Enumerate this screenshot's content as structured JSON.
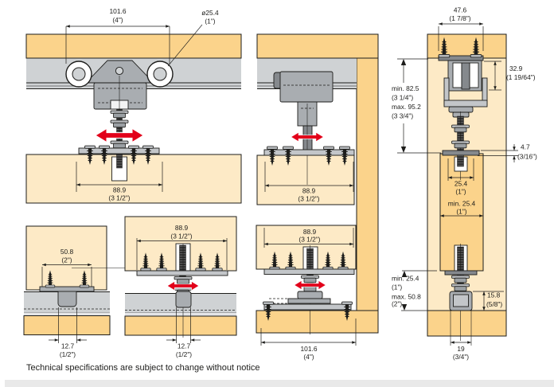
{
  "colors": {
    "wood": "#fbd38b",
    "wood_light": "#fdeac6",
    "track_gray": "#cfd2d4",
    "hardware_gray": "#a9adb1",
    "accent_red": "#e2001a",
    "outline": "#1d1d1b"
  },
  "footer": {
    "note": "Technical specifications are subject to change without notice"
  },
  "panels": {
    "top_roller_front": {
      "dim_track_spacing": {
        "mm": "101.6",
        "in": "(4\")"
      },
      "dim_roller_dia": {
        "mm": "ø25.4",
        "in": "(1\")"
      },
      "dim_plate": {
        "mm": "88.9",
        "in": "(3 1/2\")"
      }
    },
    "top_roller_side": {
      "dim_plate": {
        "mm": "88.9",
        "in": "(3 1/2\")"
      }
    },
    "cross_section": {
      "dim_track_width": {
        "mm": "47.6",
        "in": "(1 7/8\")"
      },
      "dim_track_height": {
        "mm": "32.9",
        "in": "(1 19/64\")"
      },
      "dim_top_clearance": {
        "min_mm": "min. 82.5",
        "min_in": "(3 1/4\")",
        "max_mm": "max. 95.2",
        "max_in": "(3 3/4\")"
      },
      "dim_plate_thickness": {
        "mm": "4.7",
        "in": "(3/16\")"
      },
      "dim_slot_width": {
        "mm": "25.4",
        "in": "(1\")"
      },
      "dim_door_thickness": {
        "mm": "min. 25.4",
        "in": "(1\")"
      },
      "dim_bottom_clearance": {
        "min_mm": "min. 25.4",
        "min_in": "(1\")",
        "max_mm": "max. 50.8",
        "max_in": "(2\")"
      },
      "dim_guide_height": {
        "mm": "15.8",
        "in": "(5/8\")"
      },
      "dim_channel_width": {
        "mm": "19",
        "in": "(3/4\")"
      }
    },
    "bottom_guide_fixed": {
      "dim_plate": {
        "mm": "50.8",
        "in": "(2\")"
      },
      "dim_groove": {
        "mm": "12.7",
        "in": "(1/2\")"
      }
    },
    "bottom_guide_adjustable": {
      "dim_plate": {
        "mm": "88.9",
        "in": "(3 1/2\")"
      },
      "dim_groove": {
        "mm": "12.7",
        "in": "(1/2\")"
      }
    },
    "bottom_roller": {
      "dim_plate": {
        "mm": "88.9",
        "in": "(3 1/2\")"
      },
      "dim_base": {
        "mm": "101.6",
        "in": "(4\")"
      }
    }
  }
}
